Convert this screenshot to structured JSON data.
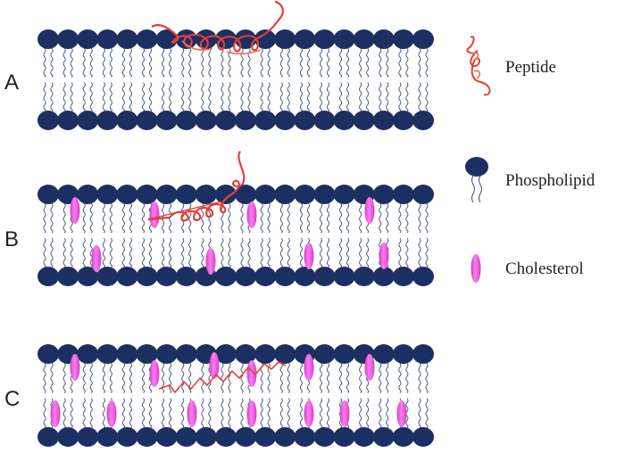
{
  "panels": [
    {
      "label": "A",
      "cholesterol": false,
      "peptide": "surface-coil"
    },
    {
      "label": "B",
      "cholesterol": true,
      "peptide": "partial-insert"
    },
    {
      "label": "C",
      "cholesterol": true,
      "peptide": "inserted-helix"
    }
  ],
  "legend": {
    "peptide_label": "Peptide",
    "phospholipid_label": "Phospholipid",
    "cholesterol_label": "Cholesterol"
  },
  "colors": {
    "head": "#1b2f63",
    "tail": "#3a4a6e",
    "cholesterol": "#ee55dd",
    "peptide": "#e0403a",
    "peptide_light": "#ef6a55"
  }
}
